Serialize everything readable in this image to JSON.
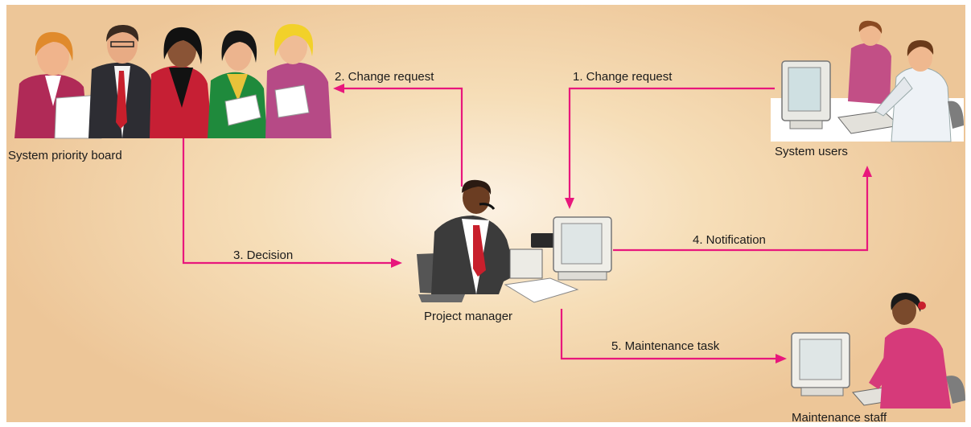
{
  "nodes": {
    "board": "System priority board",
    "users": "System users",
    "manager": "Project manager",
    "staff": "Maintenance staff"
  },
  "flows": {
    "f1": "1. Change request",
    "f2": "2. Change request",
    "f3": "3. Decision",
    "f4": "4. Notification",
    "f5": "5. Maintenance task"
  },
  "colors": {
    "arrow": "#e8177c",
    "background": "#f3d3a8"
  }
}
